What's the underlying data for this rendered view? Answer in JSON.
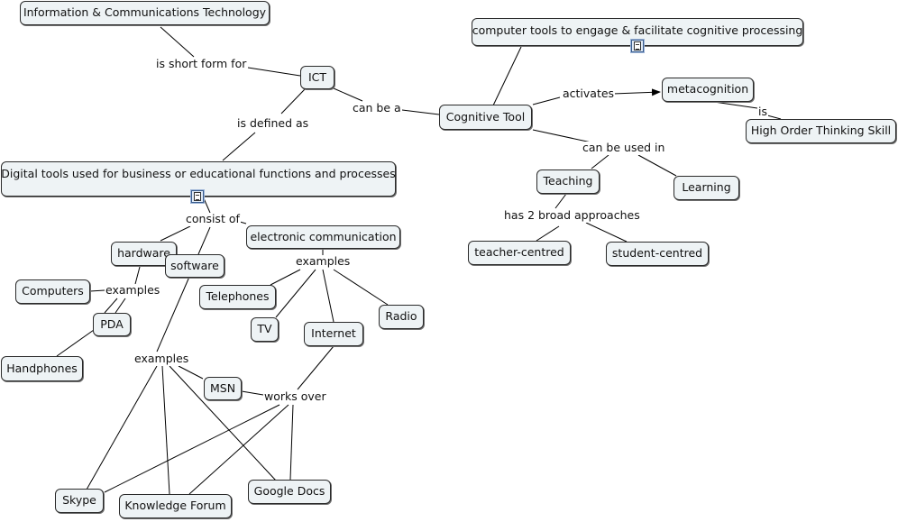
{
  "concepts": {
    "ict_full": "Information & Communications Technology",
    "computer_tools": "computer tools to engage & facilitate cognitive processing",
    "ict": "ICT",
    "cognitive_tool": "Cognitive Tool",
    "metacognition": "metacognition",
    "hots": "High Order Thinking Skill",
    "digital_tools": "Digital tools used for business or educational functions and processes",
    "teaching": "Teaching",
    "learning": "Learning",
    "teacher_centred": "teacher-centred",
    "student_centred": "student-centred",
    "hardware": "hardware",
    "software": "software",
    "electronic_communication": "electronic communication",
    "computers": "Computers",
    "pda": "PDA",
    "handphones": "Handphones",
    "telephones": "Telephones",
    "tv": "TV",
    "internet": "Internet",
    "radio": "Radio",
    "msn": "MSN",
    "skype": "Skype",
    "knowledge_forum": "Knowledge Forum",
    "google_docs": "Google Docs"
  },
  "linking_phrases": {
    "short_form": "is short form for",
    "can_be_a": "can be a",
    "defined_as": "is defined as",
    "activates": "activates",
    "is": "is",
    "can_be_used_in": "can be used in",
    "broad_approaches": "has 2 broad approaches",
    "consist_of": "consist of",
    "examples_hw": "examples",
    "examples_ec": "examples",
    "examples_sw": "examples",
    "works_over": "works over"
  },
  "icons": [
    "document-icon",
    "document-icon"
  ]
}
